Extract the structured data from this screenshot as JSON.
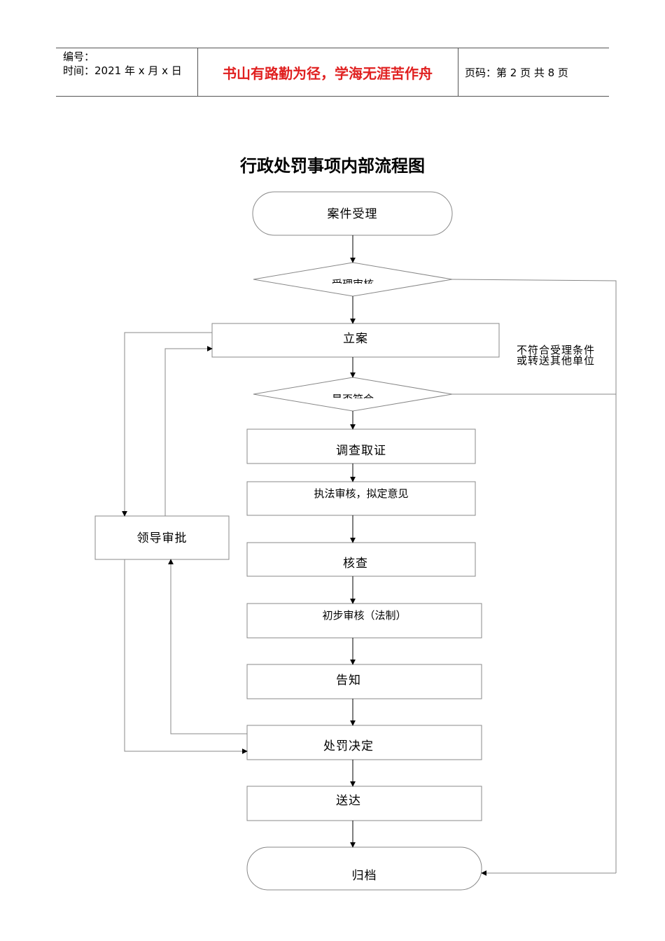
{
  "header": {
    "serial_label": "编号：",
    "time_label": "时间：2021 年 x 月 x 日",
    "motto": "书山有路勤为径，学海无涯苦作舟",
    "page_label": "页码：第 2 页  共 8 页"
  },
  "title": "行政处罚事项内部流程图",
  "nodes": {
    "start": "案件受理",
    "review": "受理审核",
    "register": "立案",
    "check": "是否符合",
    "investigate": "调查取证",
    "enforce_review": "执法审核，拟定意见",
    "leader": "领导审批",
    "verify": "核查",
    "legal_review": "初步审核（法制）",
    "notify": "告知",
    "decision": "处罚决定",
    "deliver": "送达",
    "archive": "归档"
  },
  "side_note": "不符合受理条件或转送其他单位",
  "colors": {
    "motto": "#e02020",
    "line": "#555555"
  }
}
